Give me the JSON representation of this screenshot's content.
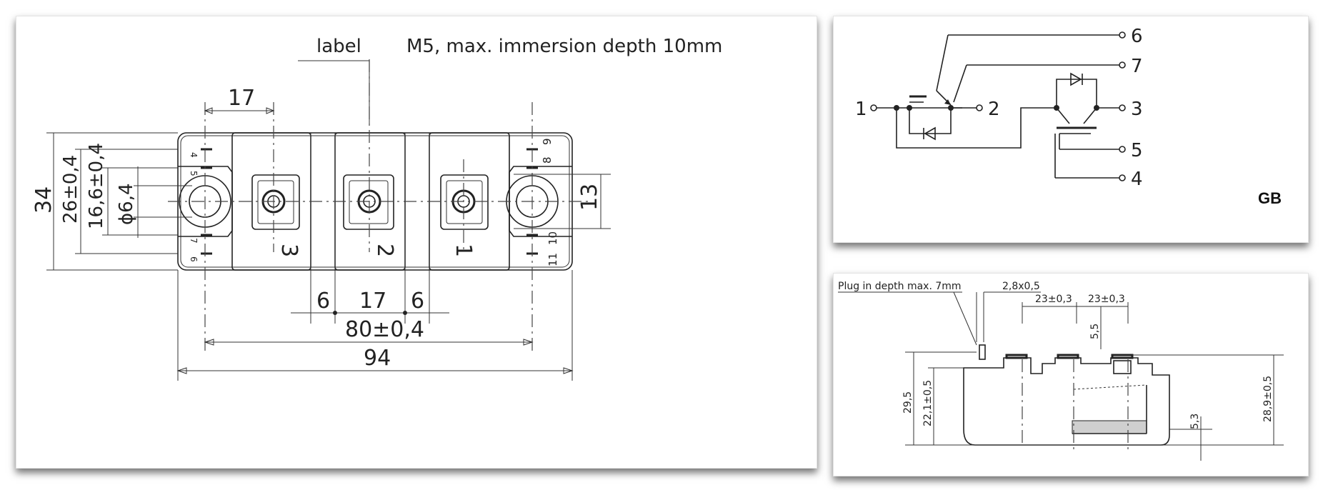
{
  "main_drawing": {
    "label_text": "label",
    "thread_note": "M5, max. immersion depth 10mm",
    "dim_17_top": "17",
    "dim_34": "34",
    "dim_26": "26±0,4",
    "dim_16_6": "16,6±0,4",
    "dim_phi": "ϕ6,4",
    "dim_13": "13",
    "dim_6_left": "6",
    "dim_17_bottom": "17",
    "dim_6_right": "6",
    "dim_80": "80±0,4",
    "dim_94": "94",
    "terminal_labels": [
      "3",
      "2",
      "1"
    ],
    "pin_labels_left": [
      "4",
      "5",
      "7",
      "6"
    ],
    "pin_labels_right": [
      "9",
      "8",
      "10",
      "11"
    ]
  },
  "circuit": {
    "pins": [
      "1",
      "2",
      "3",
      "4",
      "5",
      "6",
      "7"
    ],
    "badge": "GB"
  },
  "side_view": {
    "plug_note": "Plug in depth max. 7mm",
    "dim_28x05": "2,8x0,5",
    "dim_23a": "23±0,3",
    "dim_23b": "23±0,3",
    "dim_5_5": "5,5",
    "dim_29_5": "29,5",
    "dim_22_1": "22,1±0,5",
    "dim_5_3": "5,3",
    "dim_28_9": "28,9±0,5"
  }
}
